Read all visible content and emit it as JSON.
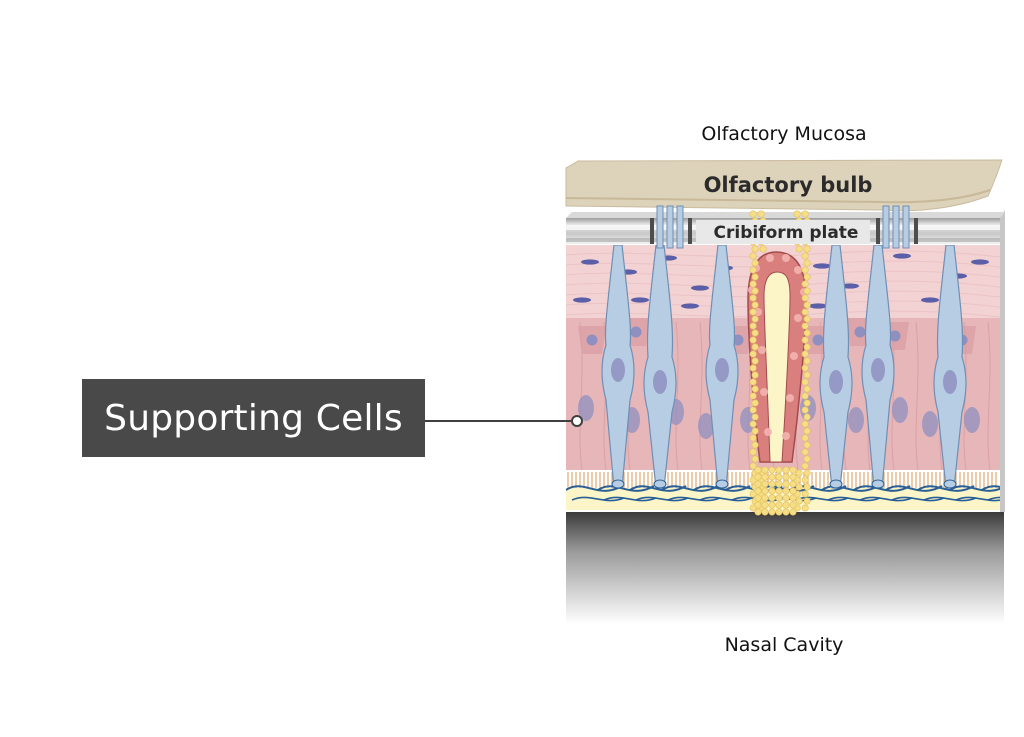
{
  "labels": {
    "olfactory_mucosa": "Olfactory Mucosa",
    "olfactory_bulb": "Olfactory bulb",
    "cribriform_plate": "Cribiform plate",
    "nasal_cavity": "Nasal Cavity"
  },
  "callout": {
    "text": "Supporting Cells"
  },
  "colors": {
    "callout_background": "#494949",
    "callout_text": "#ffffff",
    "bulb": "#ddd2ba",
    "lamina_propria": "#f3d2d3",
    "epithelium": "#e7b6b9",
    "neuron": "#b7cde4",
    "nucleus": "#8f8fc0",
    "nerve": "#2a5f95",
    "gland": "#d9807f",
    "basal_layer": "#fbf5c8"
  }
}
